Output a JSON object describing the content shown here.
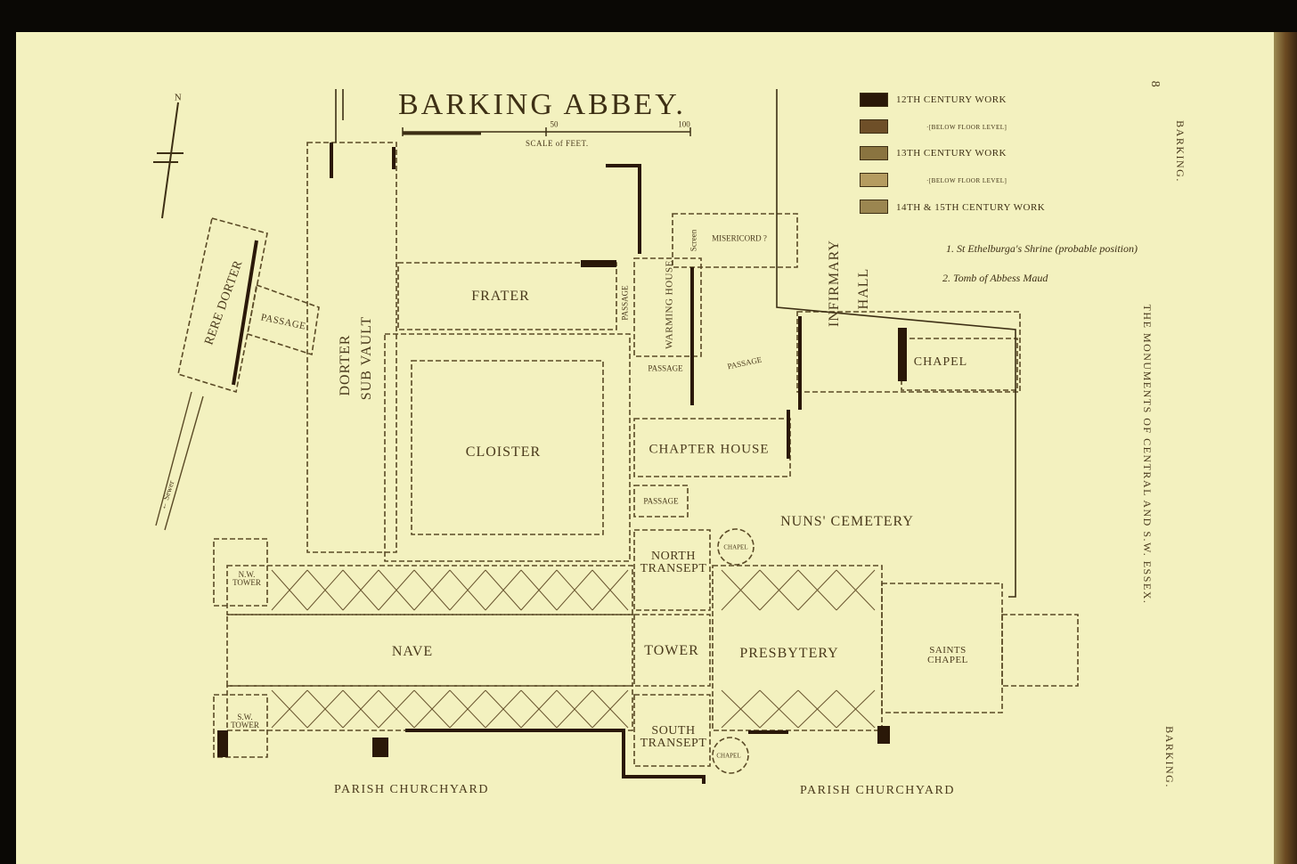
{
  "title": "BARKING ABBEY.",
  "scale": {
    "label": "SCALE of FEET.",
    "ticks": [
      "50",
      "100"
    ]
  },
  "north": "N",
  "legend": [
    {
      "label": "12TH CENTURY WORK",
      "color": "#2a1808"
    },
    {
      "label": "·[BELOW FLOOR LEVEL]",
      "color": "#6e4f28"
    },
    {
      "label": "13TH CENTURY WORK",
      "color": "#8a7440"
    },
    {
      "label": "·[BELOW FLOOR LEVEL]",
      "color": "#b59c60"
    },
    {
      "label": "14TH & 15TH CENTURY WORK",
      "color": "#9b8650"
    }
  ],
  "notes": [
    "1. St Ethelburga's Shrine (probable position)",
    "2. Tomb of Abbess Maud"
  ],
  "rooms": {
    "frater": "FRATER",
    "cloister": "CLOISTER",
    "chapter_house": "CHAPTER HOUSE",
    "passage_small": "PASSAGE",
    "nuns_cemetery": "NUNS' CEMETERY",
    "nave": "NAVE",
    "tower": "TOWER",
    "presbytery": "PRESBYTERY",
    "saints_chapel": "SAINTS CHAPEL",
    "north_transept": "NORTH TRANSEPT",
    "south_transept": "SOUTH TRANSEPT",
    "nw_tower": "N.W. TOWER",
    "sw_tower": "S.W. TOWER",
    "chapel": "CHAPEL",
    "chapel_small": "CHAPEL",
    "chapel_s": "CHAPEL",
    "rere_dorter": "RERE DORTER",
    "passage_rere": "PASSAGE",
    "dorter": "DORTER",
    "sub_vault": "SUB VAULT",
    "warming_house": "WARMING HOUSE",
    "passage_vertical": "PASSAGE",
    "passage_1": "PASSAGE",
    "passage_2": "PASSAGE",
    "misericord": "MISERICORD ?",
    "screen": "Screen",
    "infirmary": "INFIRMARY",
    "hall": "HALL",
    "sewer": "← Sewer",
    "parish_churchyard_left": "PARISH CHURCHYARD",
    "parish_churchyard_right": "PARISH CHURCHYARD"
  },
  "margin": {
    "page_number": "8",
    "running_head_top": "BARKING.",
    "running_title": "THE MONUMENTS OF CENTRAL AND S.W. ESSEX.",
    "running_head_bottom": "BARKING."
  }
}
